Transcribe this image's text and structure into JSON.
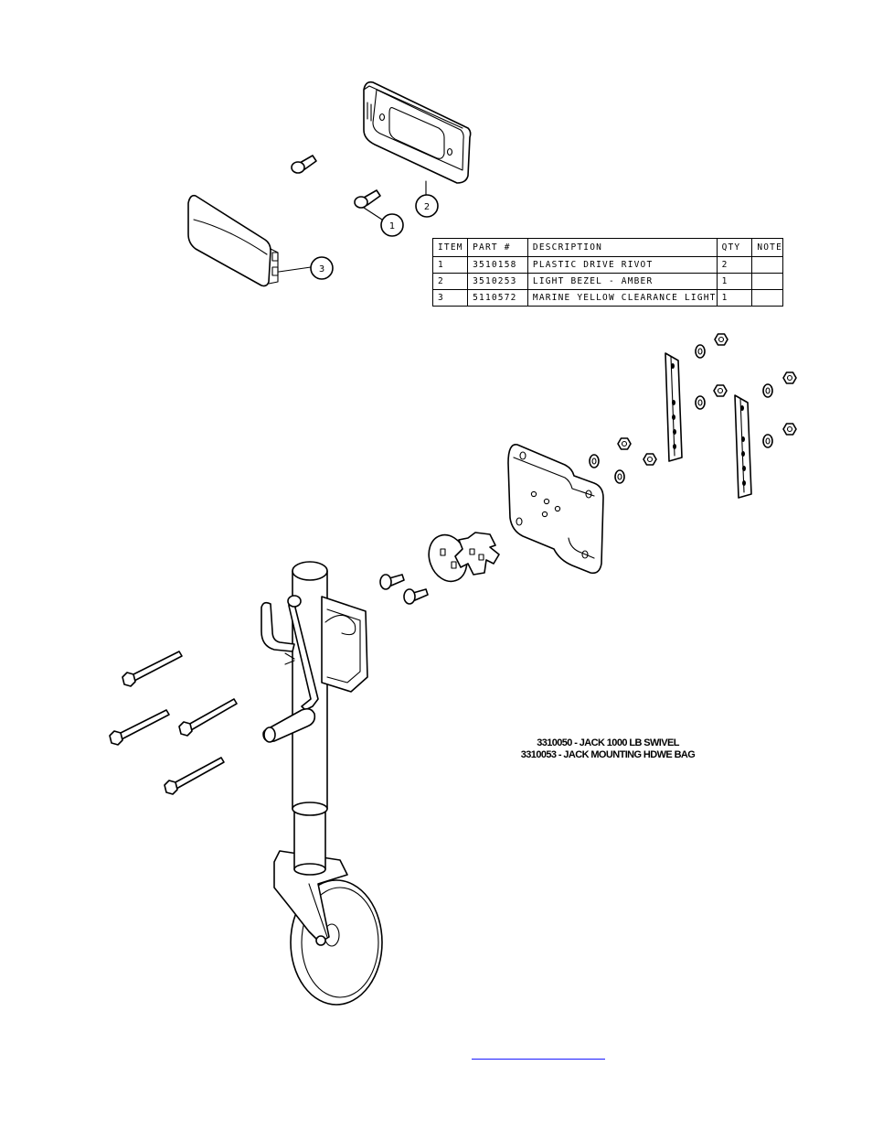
{
  "callouts": [
    "1",
    "2",
    "3"
  ],
  "bom": {
    "headers": [
      "ITEM",
      "PART #",
      "DESCRIPTION",
      "QTY",
      "NOTE"
    ],
    "rows": [
      {
        "item": "1",
        "part": "3510158",
        "description": "PLASTIC DRIVE RIVOT",
        "qty": "2",
        "note": ""
      },
      {
        "item": "2",
        "part": "3510253",
        "description": "LIGHT BEZEL - AMBER",
        "qty": "1",
        "note": ""
      },
      {
        "item": "3",
        "part": "5110572",
        "description": "MARINE YELLOW CLEARANCE LIGHT",
        "qty": "1",
        "note": ""
      }
    ]
  },
  "titles": {
    "line1": "3310050 - JACK 1000 LB SWIVEL",
    "line2": "3310053 - JACK MOUNTING HDWE BAG"
  },
  "colors": {
    "line": "#000000",
    "link_underline": "#1a1aff"
  }
}
